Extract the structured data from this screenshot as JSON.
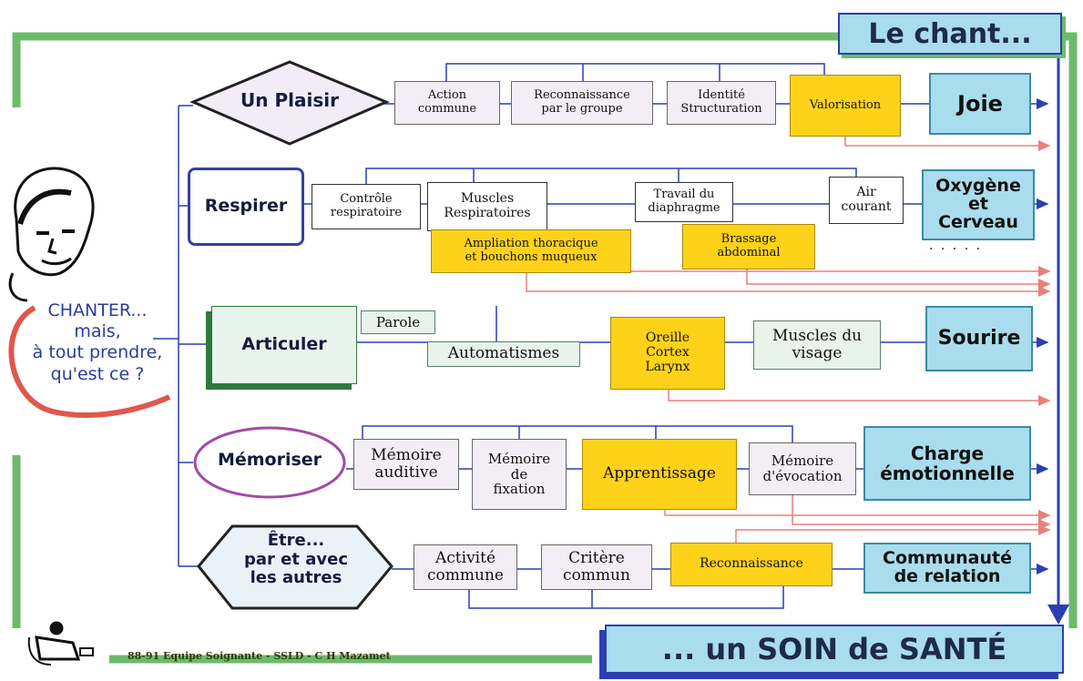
{
  "title": "Le chant...",
  "footer_title": "... un SOIN de SANTÉ",
  "question": {
    "line1": "CHANTER...",
    "line2": "mais,",
    "line3": "à tout prendre,",
    "line4": "qu'est ce ?"
  },
  "credit": "88-91 Equipe Soignante - SSLD - C H Mazamet",
  "rows": [
    {
      "label": "Un Plaisir",
      "steps": [
        "Action\ncommune",
        "Reconnaissance\npar le groupe",
        "Identité\nStructuration",
        "Valorisation"
      ],
      "result": "Joie"
    },
    {
      "label": "Respirer",
      "steps": [
        "Contrôle\nrespiratoire",
        "Muscles\nRespiratoires",
        "Travail du\ndiaphragme",
        "Air\ncourant"
      ],
      "extra": [
        "Ampliation thoracique\net bouchons muqueux",
        "Brassage\nabdominal"
      ],
      "result": "Oxygène\net\nCerveau",
      "dots": ". . . . ."
    },
    {
      "label": "Articuler",
      "steps": [
        "Parole",
        "Automatismes",
        "Oreille\nCortex\nLarynx",
        "Muscles du\nvisage"
      ],
      "result": "Sourire"
    },
    {
      "label": "Mémoriser",
      "steps": [
        "Mémoire\nauditive",
        "Mémoire\nde\nfixation",
        "Apprentissage",
        "Mémoire\nd'évocation"
      ],
      "result": "Charge\némotionnelle"
    },
    {
      "label": "Être...\npar et avec\nles autres",
      "steps": [
        "Activité\ncommune",
        "Critère\ncommun",
        "Reconnaissance"
      ],
      "result": "Communauté\nde relation"
    }
  ],
  "colors": {
    "frame_green": "#6dbb6a",
    "arrow_blue": "#2b3fb0",
    "feedback_red": "#e8807a",
    "step_yellow": "#ffd21a",
    "result_cyan": "#a9dcec",
    "lavender": "#f3eef6"
  }
}
